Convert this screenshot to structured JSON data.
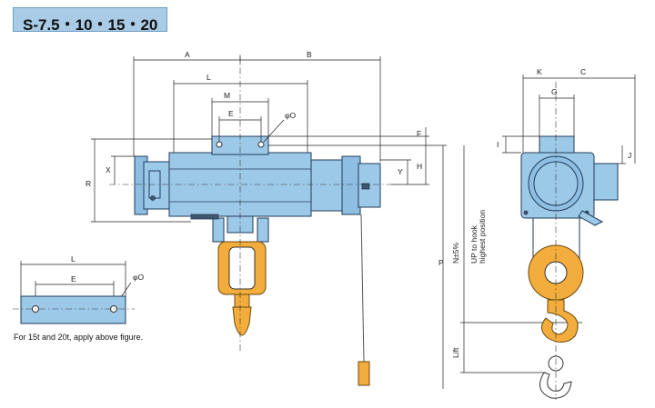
{
  "header": {
    "model_range": "S-7.5・10・15・20"
  },
  "dimension_labels": {
    "A": "A",
    "B": "B",
    "L": "L",
    "M": "M",
    "E": "E",
    "phiO": "φO",
    "F": "F",
    "H": "H",
    "X": "X",
    "Y": "Y",
    "R": "R",
    "K": "K",
    "C": "C",
    "G": "G",
    "I": "I",
    "J": "J",
    "P": "P",
    "lift": "Lift"
  },
  "vertical_notes": {
    "n_tol": "N±5%",
    "up_to_hook": "UP to hook",
    "highest_position": "highest position"
  },
  "detail": {
    "L": "L",
    "E": "E",
    "phiO": "φO"
  },
  "footnote": "For 15t and 20t, apply above figure."
}
